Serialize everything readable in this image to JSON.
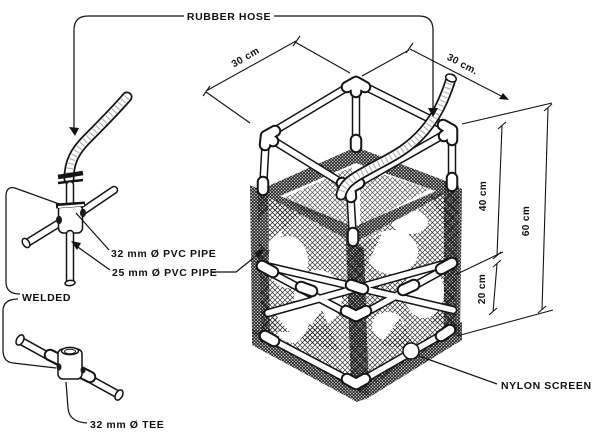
{
  "figure": {
    "background": "#ffffff",
    "ink": "#141414",
    "labels": {
      "rubber_hose": "RUBBER HOSE",
      "pvc32": "32 mm Ø PVC PIPE",
      "pvc25": "25 mm Ø PVC PIPE",
      "welded": "WELDED",
      "tee32": "32 mm Ø TEE",
      "nylon_screen": "NYLON SCREEN"
    },
    "dimensions": {
      "top_left": "30 cm",
      "top_right": "30 cm.",
      "upper_height": "40 cm",
      "total_height": "60 cm",
      "lower_height": "20 cm"
    }
  }
}
